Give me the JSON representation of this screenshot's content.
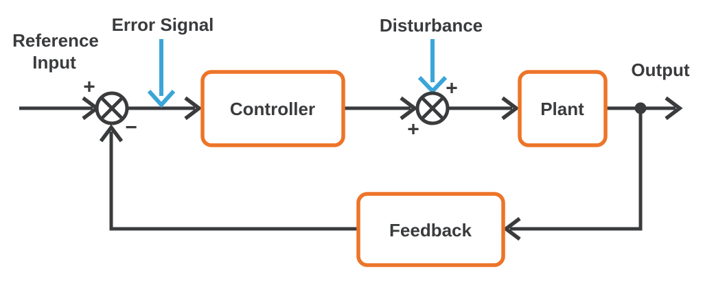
{
  "diagram": {
    "type": "closed-loop-control-system-block-diagram",
    "labels": {
      "reference_line1": "Reference",
      "reference_line2": "Input",
      "error_signal": "Error Signal",
      "disturbance": "Disturbance",
      "output": "Output"
    },
    "blocks": [
      {
        "id": "controller",
        "label": "Controller"
      },
      {
        "id": "plant",
        "label": "Plant"
      },
      {
        "id": "feedback",
        "label": "Feedback"
      }
    ],
    "junctions": [
      {
        "id": "error-summing-junction",
        "top_sign": "+",
        "bottom_sign": "−"
      },
      {
        "id": "disturbance-summing-junction",
        "top_sign": "+",
        "bottom_sign": "+"
      }
    ],
    "colors": {
      "wire": "#3A3B3D",
      "block_border": "#ED7428",
      "annotation_arrow": "#3BA5D8",
      "text": "#3A3B3D",
      "background": "#FFFFFF"
    }
  }
}
